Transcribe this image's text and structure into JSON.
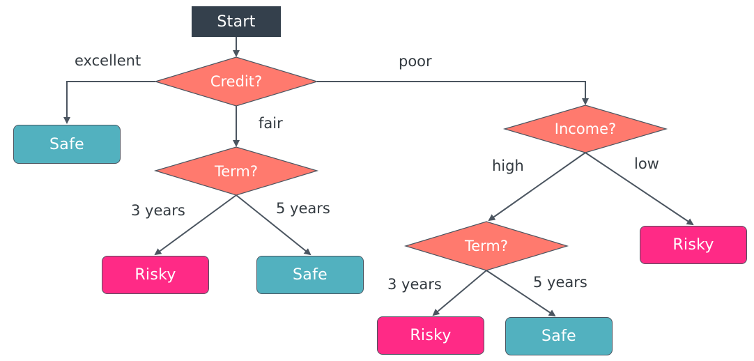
{
  "colors": {
    "start_fill": "#34404c",
    "decision_fill": "#ff7a6e",
    "decision_stroke": "#4b5560",
    "safe_fill": "#52b1bf",
    "risky_fill": "#ff2a86",
    "arrow": "#4b5560"
  },
  "start": {
    "label": "Start"
  },
  "decisions": {
    "credit": "Credit?",
    "term_left": "Term?",
    "income": "Income?",
    "term_right": "Term?"
  },
  "leaves": {
    "credit_excellent": "Safe",
    "term_left_3": "Risky",
    "term_left_5": "Safe",
    "income_low": "Risky",
    "term_right_3": "Risky",
    "term_right_5": "Safe"
  },
  "edges": {
    "excellent": "excellent",
    "fair": "fair",
    "poor": "poor",
    "high": "high",
    "low": "low",
    "left_3": "3 years",
    "left_5": "5 years",
    "right_3": "3 years",
    "right_5": "5 years"
  }
}
